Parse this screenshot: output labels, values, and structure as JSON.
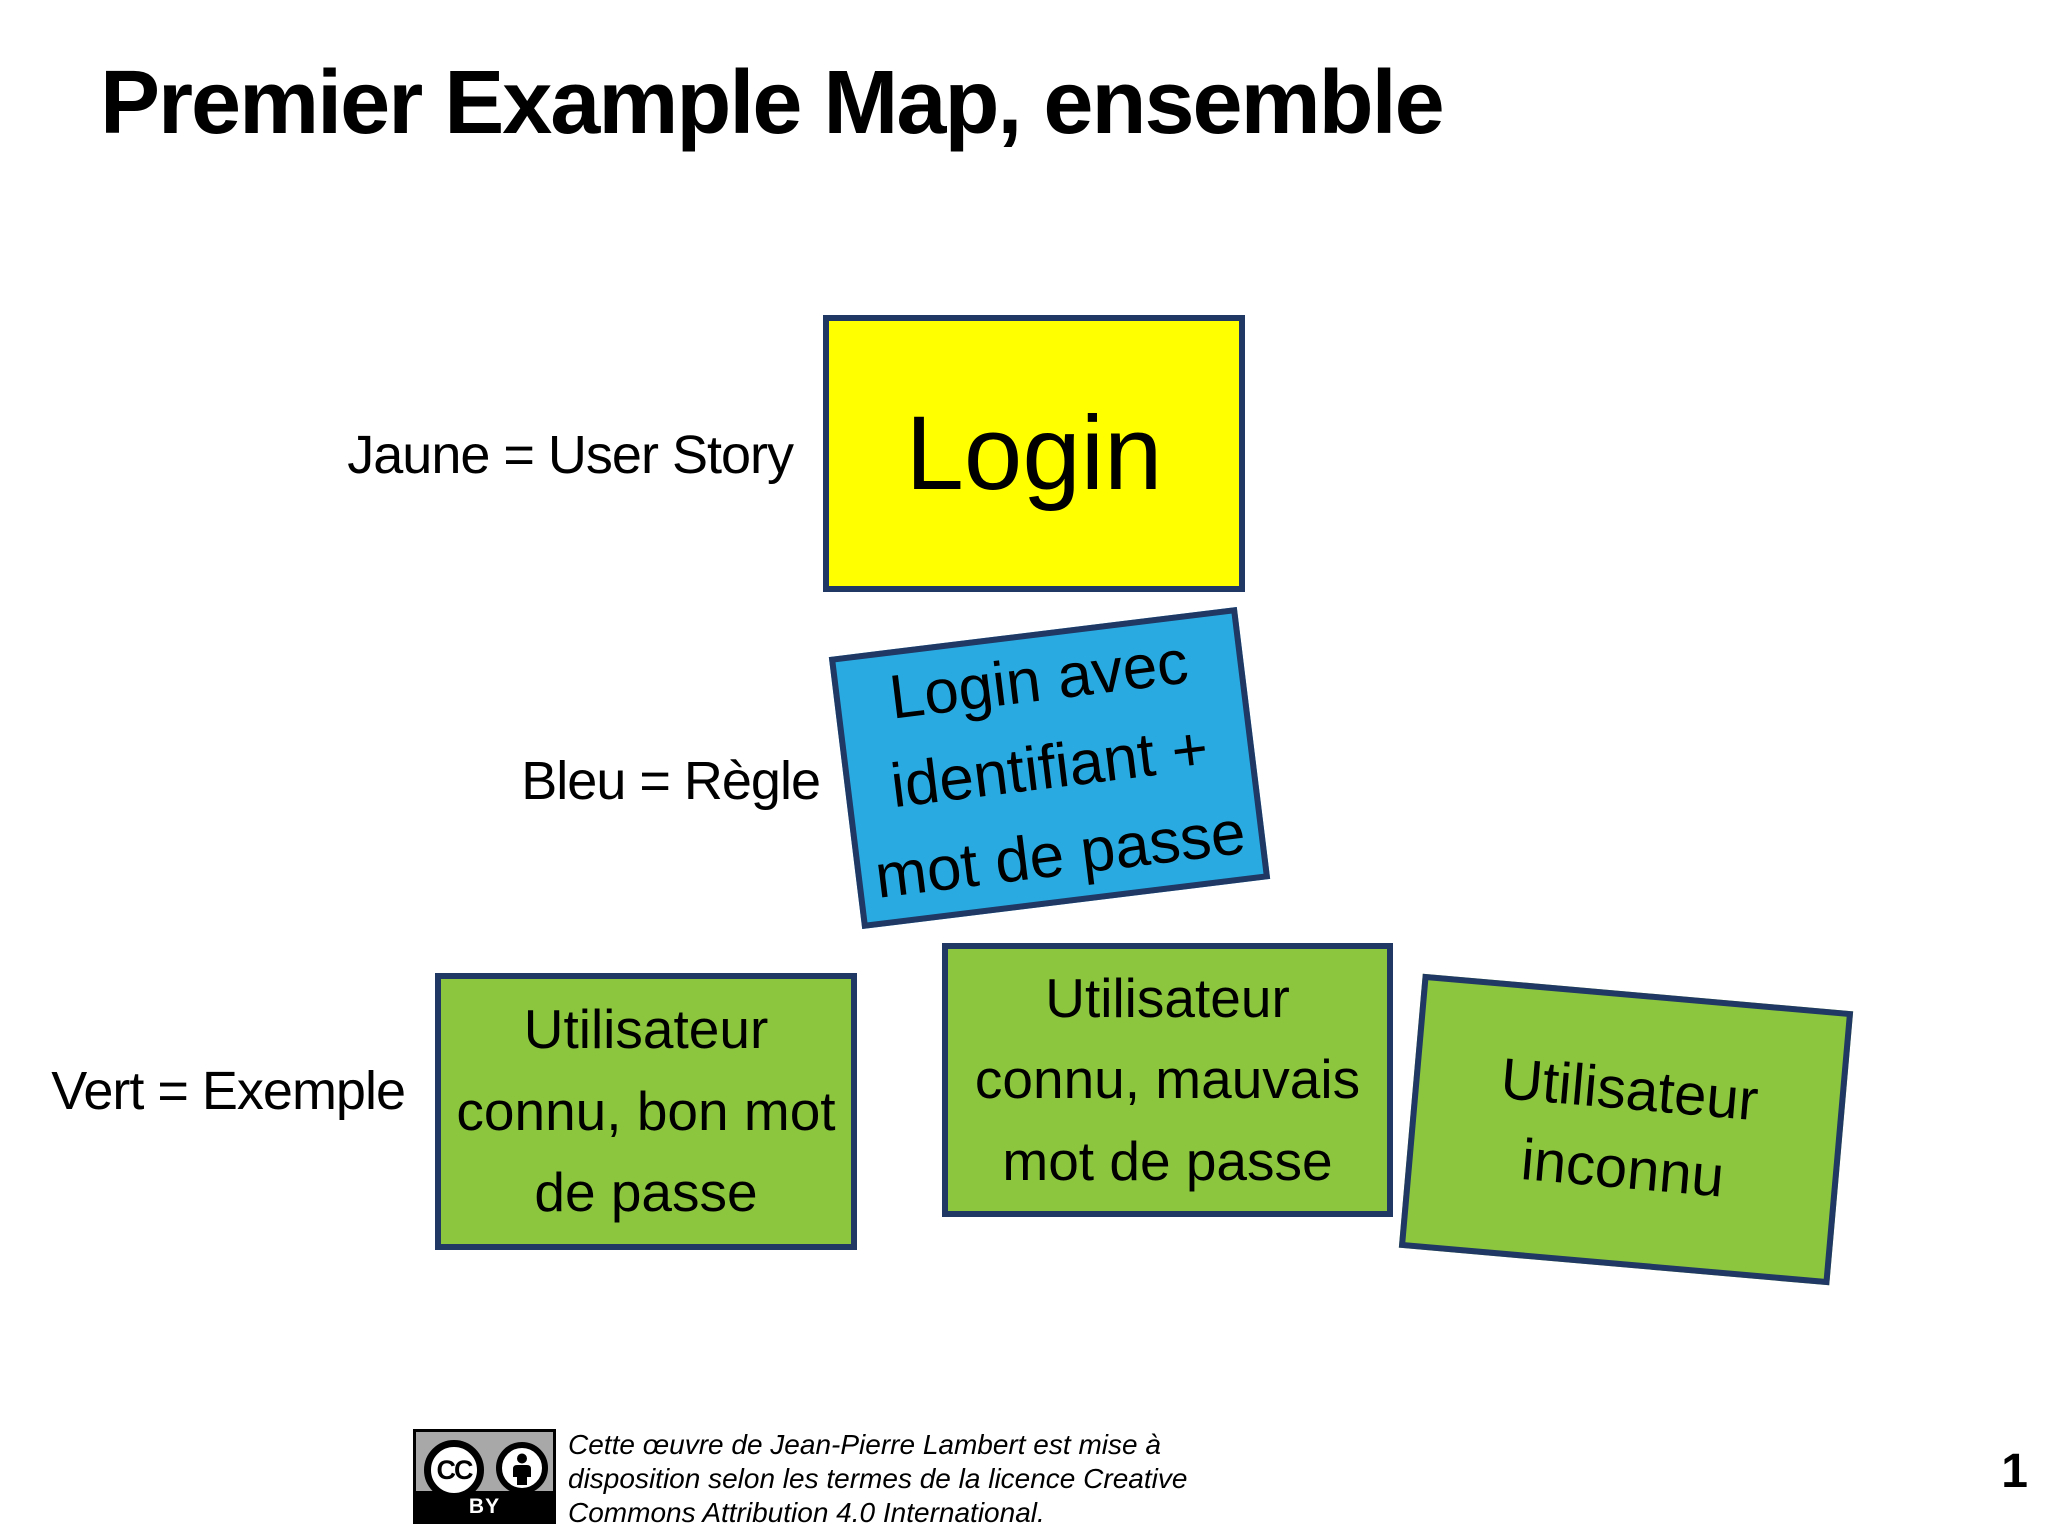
{
  "slide": {
    "title": "Premier Example Map, ensemble",
    "page_number": "1"
  },
  "colors": {
    "user_story_yellow": "#FFFF00",
    "rule_blue": "#29ABE2",
    "example_green": "#8CC63F",
    "note_border_navy": "#1F3864"
  },
  "legend": {
    "yellow": "Jaune = User Story",
    "blue": "Bleu = Règle",
    "green": "Vert = Exemple"
  },
  "notes": {
    "user_story": {
      "label": "Login"
    },
    "rule": {
      "lines": [
        "Login avec",
        "identifiant +",
        "mot de passe"
      ]
    },
    "example_1": {
      "lines": [
        "Utilisateur",
        "connu, bon mot",
        "de passe"
      ]
    },
    "example_2": {
      "lines": [
        "Utilisateur",
        "connu, mauvais",
        "mot de passe"
      ]
    },
    "example_3": {
      "lines": [
        "Utilisateur",
        "inconnu"
      ]
    }
  },
  "license": {
    "cc_label": "CC",
    "by_label": "BY",
    "lines": [
      "Cette œuvre de Jean-Pierre Lambert est mise à",
      "disposition selon les termes de la licence Creative",
      "Commons Attribution 4.0 International."
    ]
  }
}
